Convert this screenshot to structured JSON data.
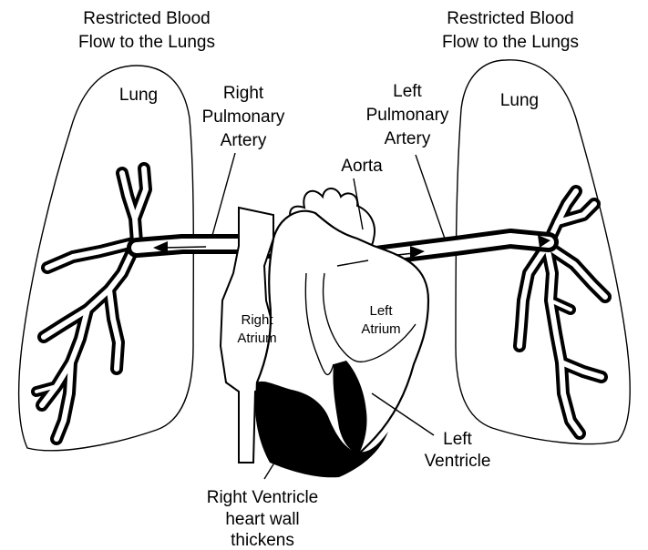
{
  "labels": {
    "left_title_line1": "Restricted Blood",
    "left_title_line2": "Flow to the Lungs",
    "right_title_line1": "Restricted Blood",
    "right_title_line2": "Flow to the Lungs",
    "left_lung": "Lung",
    "right_lung": "Lung",
    "right_pulmonary_line1": "Right",
    "right_pulmonary_line2": "Pulmonary",
    "right_pulmonary_line3": "Artery",
    "left_pulmonary_line1": "Left",
    "left_pulmonary_line2": "Pulmonary",
    "left_pulmonary_line3": "Artery",
    "aorta": "Aorta",
    "right_atrium_line1": "Right",
    "right_atrium_line2": "Atrium",
    "left_atrium_line1": "Left",
    "left_atrium_line2": "Atrium",
    "left_ventricle_line1": "Left",
    "left_ventricle_line2": "Ventricle",
    "right_ventricle_line1": "Right Ventricle",
    "right_ventricle_line2": "heart wall",
    "right_ventricle_line3": "thickens"
  },
  "colors": {
    "ink": "#000000",
    "paper": "#ffffff"
  }
}
